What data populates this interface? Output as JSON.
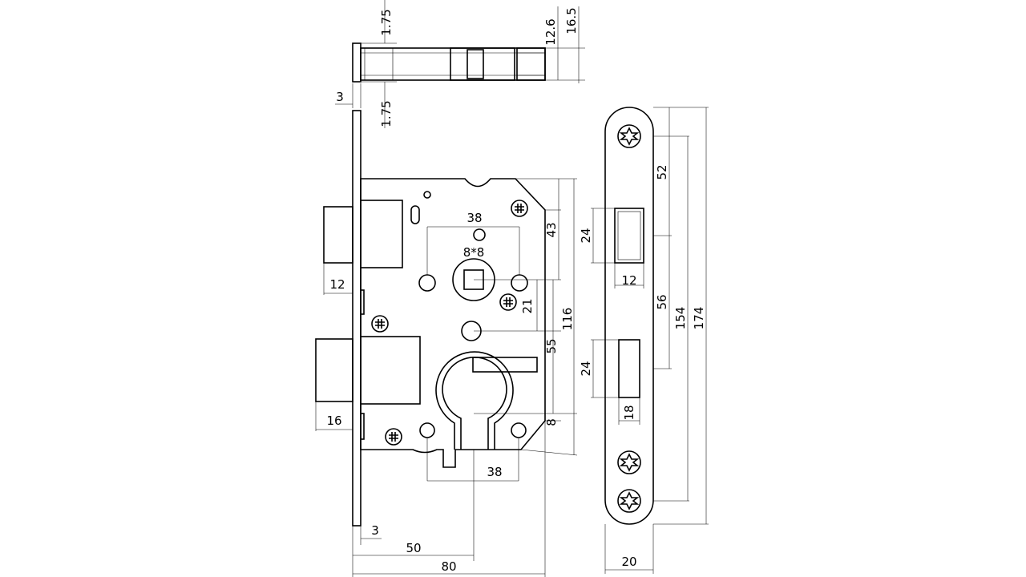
{
  "drawing": {
    "top_view": {
      "dims": [
        "1.75",
        "12.6",
        "16.5",
        "3",
        "1.75"
      ]
    },
    "front_view": {
      "spindle_label": "8*8",
      "dims": {
        "latch_width": "12",
        "deadbolt_width": "16",
        "backset": "50",
        "case_depth": "80",
        "faceplate_thickness": "3",
        "spindle_spacing_top": "38",
        "spindle_spacing_bottom": "38",
        "spindle_offset": "21",
        "height_top": "43",
        "spindle_to_cylinder": "55",
        "case_height": "116",
        "small_offset": "8"
      }
    },
    "strike_plate": {
      "dims": {
        "latch_opening_height": "24",
        "latch_opening_width": "12",
        "bolt_opening_height": "24",
        "bolt_opening_width": "18",
        "top_to_latch": "52",
        "latch_to_bolt": "56",
        "screw_spacing": "154",
        "total_length": "174",
        "width": "20"
      }
    }
  }
}
